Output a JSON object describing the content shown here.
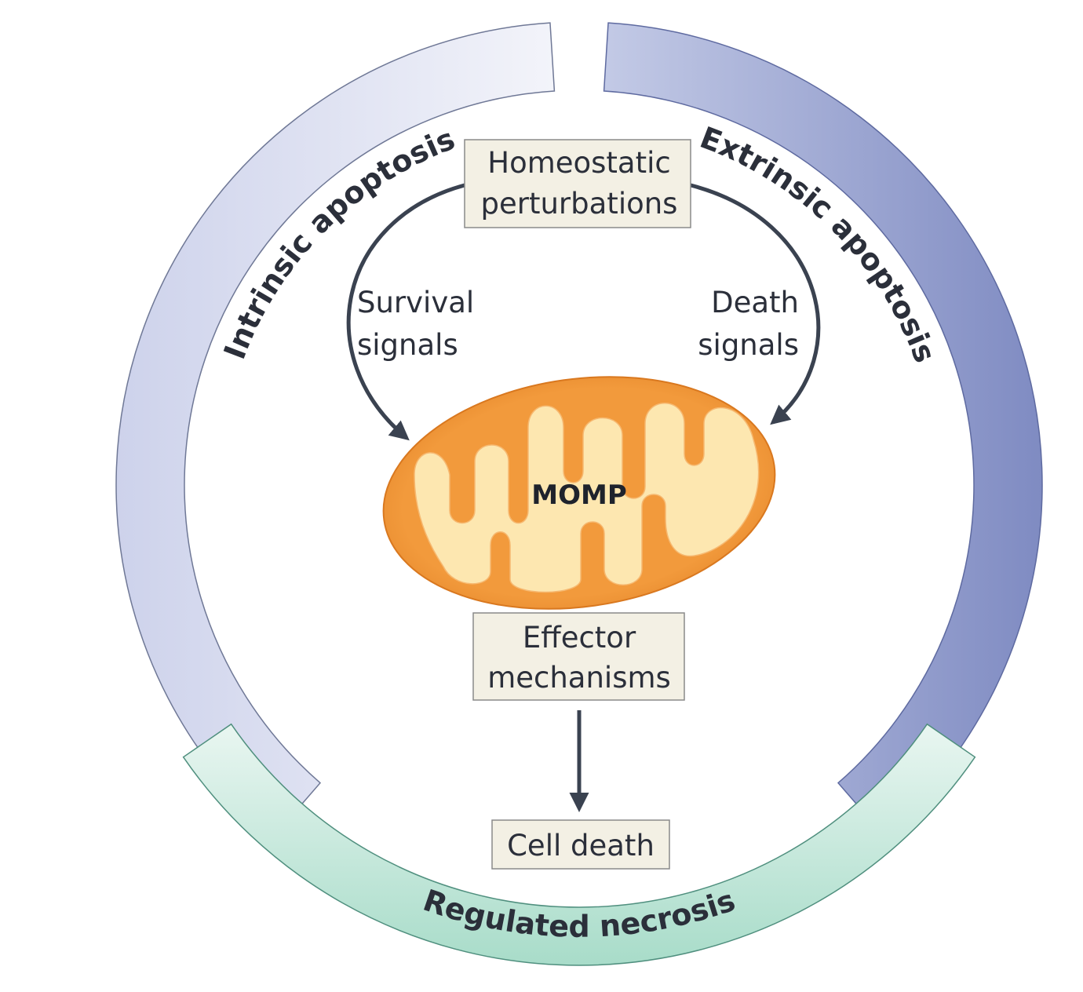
{
  "colors": {
    "intrinsic_fill_light": "#f3f4fa",
    "intrinsic_fill_dark": "#cdd2eb",
    "extrinsic_fill_light": "#c3cae6",
    "extrinsic_fill_dark": "#7f8bc2",
    "necrosis_fill_light": "#e9f6f1",
    "necrosis_fill_dark": "#a8dcc9",
    "box_fill": "#f3f0e4",
    "arrow": "#3a4250",
    "mito_outer": "#ef9030",
    "mito_inner": "#fde7b0"
  },
  "ring": {
    "intrinsic_label": "Intrinsic apoptosis",
    "extrinsic_label": "Extrinsic apoptosis",
    "necrosis_label": "Regulated necrosis"
  },
  "boxes": {
    "homeostatic_line1": "Homeostatic",
    "homeostatic_line2": "perturbations",
    "effector_line1": "Effector",
    "effector_line2": "mechanisms",
    "cell_death": "Cell death"
  },
  "signals": {
    "survival_line1": "Survival",
    "survival_line2": "signals",
    "death_line1": "Death",
    "death_line2": "signals"
  },
  "mitochondrion": {
    "label": "MOMP"
  }
}
